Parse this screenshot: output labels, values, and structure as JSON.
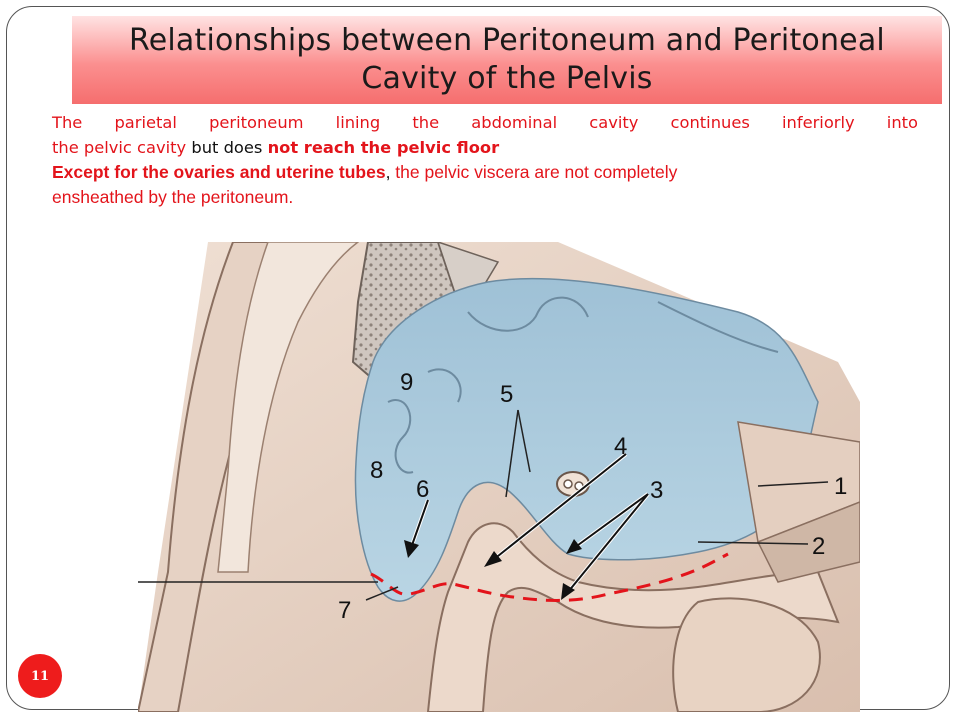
{
  "title": {
    "line1": "Relationships between Peritoneum and Peritoneal",
    "line2": "Cavity of the Pelvis"
  },
  "paragraph1": {
    "seg1": "The parietal peritoneum lining the abdominal cavity continues inferiorly into",
    "seg2": "the pelvic cavity",
    "seg3": "but does",
    "seg4": "not reach the pelvic floor"
  },
  "paragraph2": {
    "seg1": "Except for the ovaries and uterine tubes",
    "seg2": ", the pelvic viscera are not completely",
    "seg3": "ensheathed by the peritoneum."
  },
  "figure": {
    "labels": [
      "1",
      "2",
      "3",
      "4",
      "5",
      "6",
      "7",
      "8",
      "9"
    ],
    "colors": {
      "peritoneal_cavity": "#a9c8da",
      "tissue": "#e9d5c8",
      "bone": "#d8d2cc",
      "dashed_line": "#e3141b"
    }
  },
  "slide_number": "11",
  "colors": {
    "title_gradient_top": "#ffe3e3",
    "title_gradient_bottom": "#f56e6e",
    "body_text_red": "#e3141b",
    "page_badge": "#ee1c1c"
  }
}
